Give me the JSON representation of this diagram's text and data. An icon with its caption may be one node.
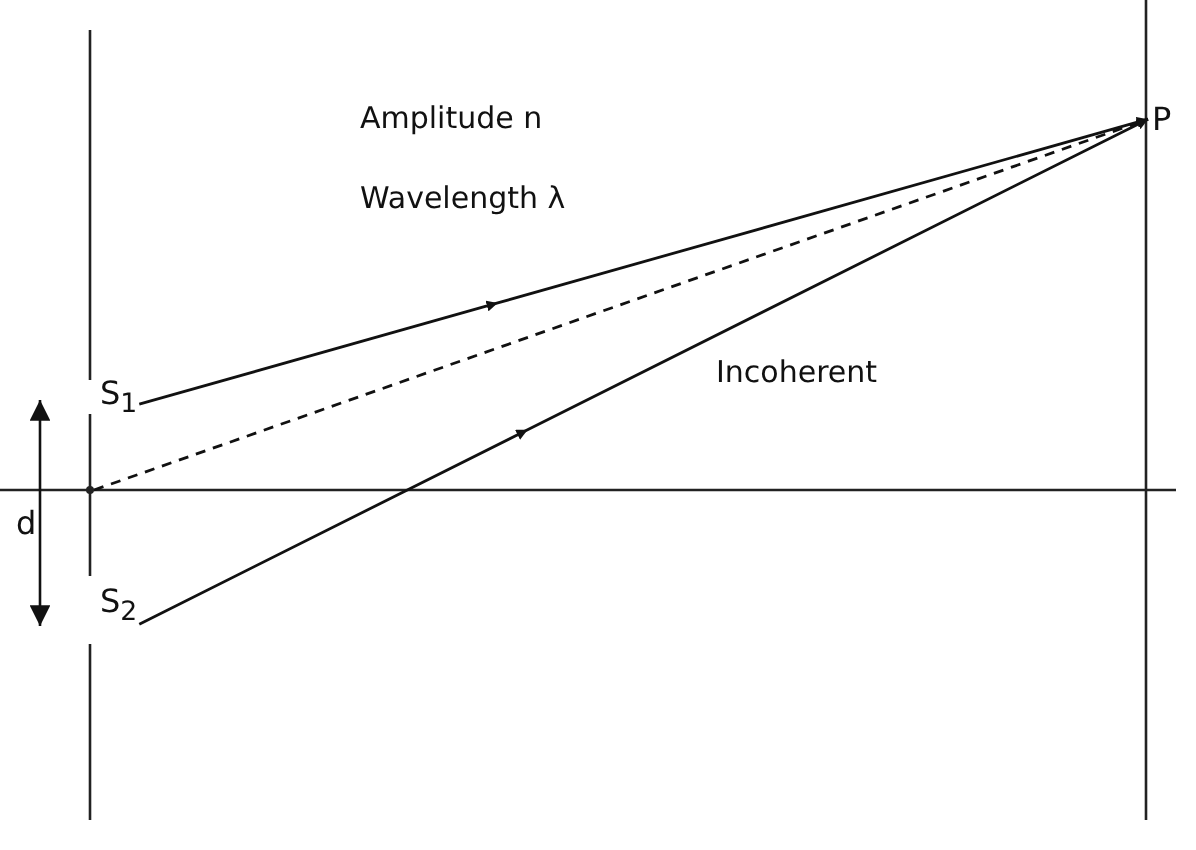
{
  "diagram": {
    "nodes": [
      {
        "text": [
          "S$_{1}$"
        ]
      },
      {
        "text": [],
        "shape": "dot"
      },
      {
        "text": [
          "S$_{2}$"
        ]
      },
      {
        "text": [
          "P"
        ]
      }
    ],
    "edges": [
      {
        "from": 0,
        "to": 3,
        "arrow": "to"
      },
      {
        "from": 1,
        "to": 3,
        "arrow": "none",
        "style": "dashed"
      },
      {
        "from": 2,
        "to": 3,
        "arrow": "to"
      }
    ],
    "labels": [
      "Amplitude n",
      "Wavelength λ",
      "Incoherent",
      "d"
    ]
  }
}
